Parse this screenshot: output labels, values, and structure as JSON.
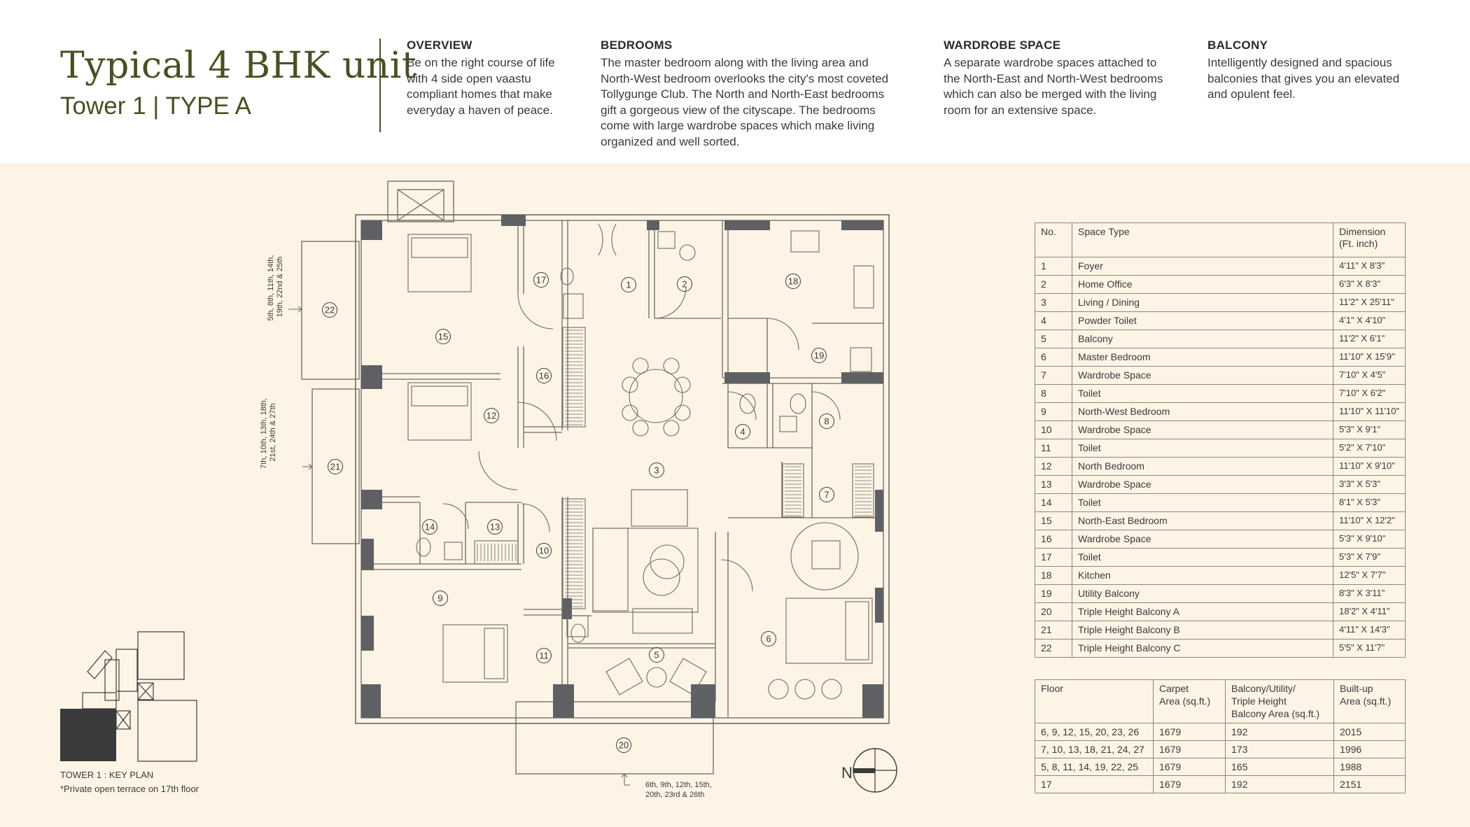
{
  "header": {
    "title": "Typical 4 BHK unit",
    "subtitle": "Tower 1 | TYPE A",
    "sections": [
      {
        "heading": "OVERVIEW",
        "lines": [
          "Be on the right course of life",
          "with 4 side open vaastu",
          "compliant homes that make",
          "everyday a haven of peace."
        ]
      },
      {
        "heading": "BEDROOMS",
        "lines": [
          "The master bedroom along with the living area and",
          "North-West bedroom overlooks the city's most coveted",
          "Tollygunge Club. The North and North-East bedrooms",
          "gift a gorgeous view of the cityscape. The bedrooms",
          "come with large wardrobe spaces which make living",
          "organized and well sorted."
        ]
      },
      {
        "heading": "WARDROBE SPACE",
        "lines": [
          "A separate wardrobe spaces attached to",
          "the North-East and North-West bedrooms",
          "which can also be merged with the living",
          "room for an extensive space."
        ]
      },
      {
        "heading": "BALCONY",
        "lines": [
          "Intelligently designed and spacious",
          "balconies that gives you an elevated",
          "and opulent feel."
        ]
      }
    ]
  },
  "plan": {
    "room_numbers": [
      "1",
      "2",
      "3",
      "4",
      "5",
      "6",
      "7",
      "8",
      "9",
      "10",
      "11",
      "12",
      "13",
      "14",
      "15",
      "16",
      "17",
      "18",
      "19",
      "20",
      "21",
      "22"
    ],
    "balcony_floor_notes": {
      "b22": [
        "5th, 8th, 11th, 14th,",
        "19th, 22nd & 25th"
      ],
      "b21": [
        "7th, 10th, 13th, 18th,",
        "21st, 24th & 27th"
      ],
      "b20": [
        "6th, 9th, 12th, 15th,",
        "20th, 23rd & 26th"
      ]
    },
    "compass_label": "N"
  },
  "space_table": {
    "headers": [
      "No.",
      "Space Type",
      [
        "Dimension",
        "(Ft. inch)"
      ]
    ],
    "rows": [
      [
        "1",
        "Foyer",
        "4'11\" X 8'3\""
      ],
      [
        "2",
        "Home Office",
        "6'3\" X 8'3\""
      ],
      [
        "3",
        "Living / Dining",
        "11'2\" X 25'11\""
      ],
      [
        "4",
        "Powder Toilet",
        "4'1\" X 4'10\""
      ],
      [
        "5",
        "Balcony",
        "11'2\" X 6'1\""
      ],
      [
        "6",
        "Master Bedroom",
        "11'10\" X 15'9\""
      ],
      [
        "7",
        "Wardrobe Space",
        "7'10\" X 4'5\""
      ],
      [
        "8",
        "Toilet",
        "7'10\" X 6'2\""
      ],
      [
        "9",
        "North-West Bedroom",
        "11'10\" X 11'10\""
      ],
      [
        "10",
        "Wardrobe Space",
        "5'3\" X 9'1\""
      ],
      [
        "11",
        "Toilet",
        "5'2\" X 7'10\""
      ],
      [
        "12",
        "North Bedroom",
        "11'10\" X 9'10\""
      ],
      [
        "13",
        "Wardrobe Space",
        "3'3\" X 5'3\""
      ],
      [
        "14",
        "Toilet",
        "8'1\" X 5'3\""
      ],
      [
        "15",
        "North-East Bedroom",
        "11'10\" X 12'2\""
      ],
      [
        "16",
        "Wardrobe Space",
        "5'3\" X 9'10\""
      ],
      [
        "17",
        "Toilet",
        "5'3\" X 7'9\""
      ],
      [
        "18",
        "Kitchen",
        "12'5\" X 7'7\""
      ],
      [
        "19",
        "Utility Balcony",
        "8'3\" X 3'11\""
      ],
      [
        "20",
        "Triple Height Balcony A",
        "18'2\" X 4'11\""
      ],
      [
        "21",
        "Triple Height Balcony B",
        "4'11\" X 14'3\""
      ],
      [
        "22",
        "Triple Height Balcony C",
        "5'5\" X 11'7\""
      ]
    ]
  },
  "floor_table": {
    "headers": [
      [
        "Floor"
      ],
      [
        "Carpet",
        "Area (sq.ft.)"
      ],
      [
        "Balcony/Utility/",
        "Triple Height",
        "Balcony Area (sq.ft.)"
      ],
      [
        "Built-up",
        "Area (sq.ft.)"
      ]
    ],
    "rows": [
      [
        "6, 9, 12, 15, 20, 23, 26",
        "1679",
        "192",
        "2015"
      ],
      [
        "7, 10, 13, 18, 21, 24, 27",
        "1679",
        "173",
        "1996"
      ],
      [
        "5, 8, 11, 14, 19, 22, 25",
        "1679",
        "165",
        "1988"
      ],
      [
        "17",
        "1679",
        "192",
        "2151"
      ]
    ]
  },
  "key_plan": {
    "caption": "TOWER 1 : KEY PLAN",
    "note": "*Private open terrace on 17th floor"
  },
  "colors": {
    "title": "#4b4f22",
    "background": "#fdf4e6",
    "wall": "#5f6063",
    "line": "#6c6a62"
  }
}
